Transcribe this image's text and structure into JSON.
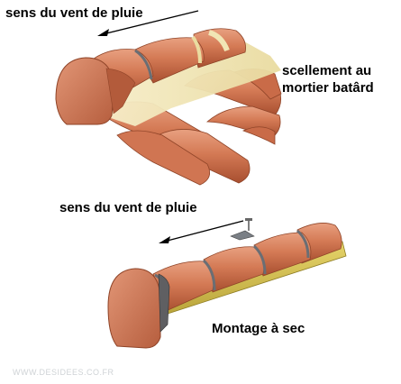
{
  "diagram": {
    "top": {
      "wind_label": "sens du vent de pluie",
      "mortar_label_line1": "scellement au",
      "mortar_label_line2": "mortier batârd"
    },
    "bottom": {
      "wind_label": "sens du vent de pluie",
      "dry_label": "Montage à sec"
    },
    "watermark": "WWW.DESIDEES.CO.FR",
    "colors": {
      "tile": "#d9805c",
      "tile_dark": "#b2593a",
      "mortar": "#f1e6b5",
      "batten": "#d9c45a",
      "metal": "#6a6e74"
    }
  }
}
